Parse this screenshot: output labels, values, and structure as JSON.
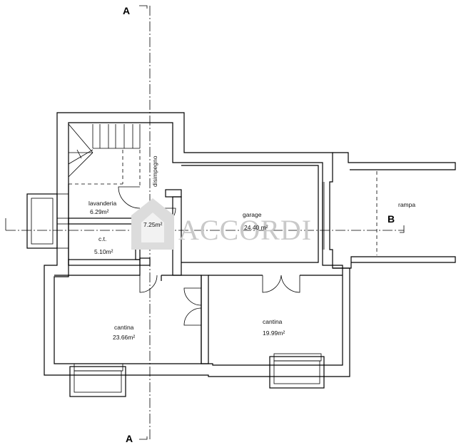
{
  "section_marks": {
    "a_top": "A",
    "a_bottom": "A",
    "b": "B"
  },
  "rooms": {
    "disimpegno": {
      "name": "disimpegno",
      "area": "7.25m²"
    },
    "lavanderia": {
      "name": "lavanderia",
      "area": "6.29m²"
    },
    "ct": {
      "name": "c.t.",
      "area": "5.10m²"
    },
    "garage": {
      "name": "garage",
      "area": "24.40 m²"
    },
    "rampa": {
      "name": "rampa"
    },
    "cantina_left": {
      "name": "cantina",
      "area": "23.66m²"
    },
    "cantina_right": {
      "name": "cantina",
      "area": "19.99m²"
    }
  },
  "watermark": {
    "text": "ACCORDI"
  }
}
